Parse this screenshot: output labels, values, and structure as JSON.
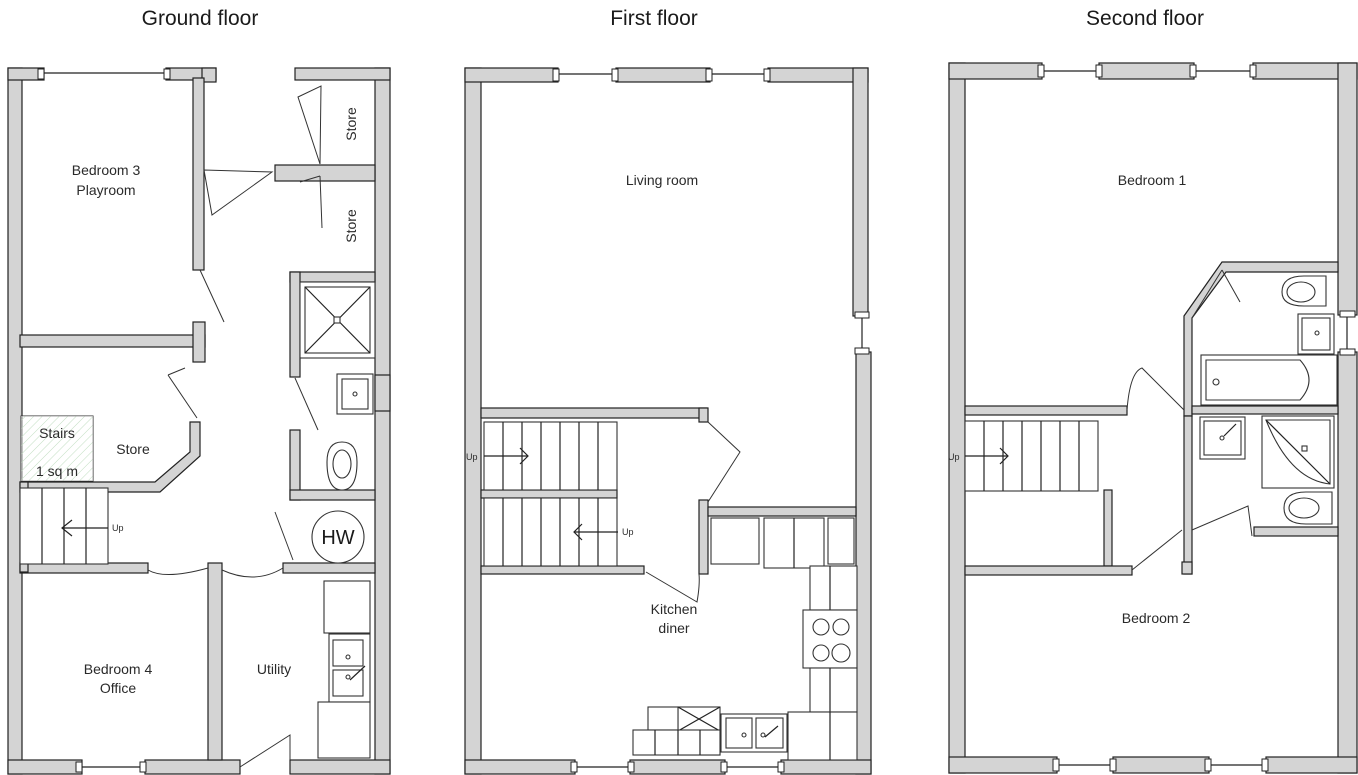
{
  "floors": {
    "ground": {
      "title": "Ground floor",
      "rooms": {
        "bedroom3_a": "Bedroom 3",
        "bedroom3_b": "Playroom",
        "store_top": "Store",
        "store_mid": "Store",
        "store_left": "Store",
        "stairs": "Stairs",
        "stairs_area": "1 sq m",
        "stairs_dir": "Up",
        "hot_water": "HW",
        "bedroom4_a": "Bedroom 4",
        "bedroom4_b": "Office",
        "utility": "Utility"
      }
    },
    "first": {
      "title": "First floor",
      "rooms": {
        "living": "Living room",
        "kitchen_a": "Kitchen",
        "kitchen_b": "diner",
        "stairs_dir_top": "Up",
        "stairs_dir_bottom": "Up"
      }
    },
    "second": {
      "title": "Second floor",
      "rooms": {
        "bedroom1": "Bedroom 1",
        "bedroom2": "Bedroom 2",
        "stairs_dir": "Up"
      }
    }
  },
  "colors": {
    "wall_fill": "#d4d4d4",
    "line": "#222222",
    "stairs_hatch": "#7ab87a"
  }
}
